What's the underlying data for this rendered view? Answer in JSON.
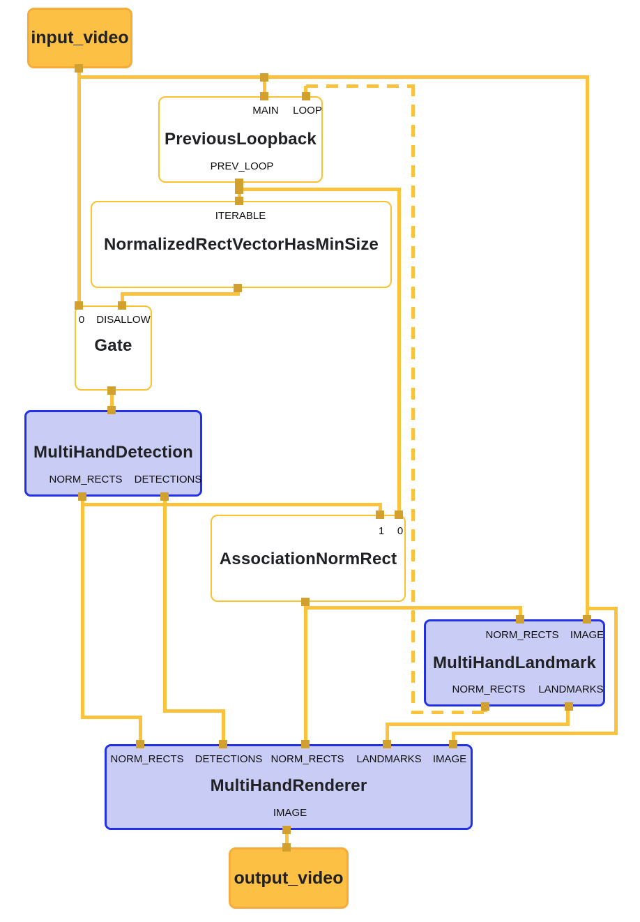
{
  "diagram": {
    "nodes": {
      "input_video": {
        "label": "input_video",
        "type": "input-stream"
      },
      "previous_loopback": {
        "title": "PreviousLoopback",
        "ports": {
          "main": "MAIN",
          "loop": "LOOP",
          "prev_loop": "PREV_LOOP"
        }
      },
      "normalized_rect_vector_has_min_size": {
        "title": "NormalizedRectVectorHasMinSize",
        "ports": {
          "iterable": "ITERABLE"
        }
      },
      "gate": {
        "title": "Gate",
        "ports": {
          "in0": "0",
          "disallow": "DISALLOW"
        }
      },
      "multi_hand_detection": {
        "title": "MultiHandDetection",
        "ports": {
          "norm_rects": "NORM_RECTS",
          "detections": "DETECTIONS"
        }
      },
      "association_norm_rect": {
        "title": "AssociationNormRect",
        "ports": {
          "in1": "1",
          "in0": "0"
        }
      },
      "multi_hand_landmark": {
        "title": "MultiHandLandmark",
        "ports": {
          "norm_rects_in": "NORM_RECTS",
          "image_in": "IMAGE",
          "norm_rects_out": "NORM_RECTS",
          "landmarks_out": "LANDMARKS"
        }
      },
      "multi_hand_renderer": {
        "title": "MultiHandRenderer",
        "ports": {
          "norm_rects_in1": "NORM_RECTS",
          "detections_in": "DETECTIONS",
          "norm_rects_in2": "NORM_RECTS",
          "landmarks_in": "LANDMARKS",
          "image_in": "IMAGE",
          "image_out": "IMAGE"
        }
      },
      "output_video": {
        "label": "output_video",
        "type": "output-stream"
      }
    },
    "edges": [
      {
        "from": "input_video",
        "to": "Gate.0",
        "style": "solid"
      },
      {
        "from": "input_video",
        "to": "PreviousLoopback.MAIN",
        "style": "solid"
      },
      {
        "from": "input_video",
        "to": "MultiHandLandmark.IMAGE",
        "style": "solid"
      },
      {
        "from": "input_video",
        "to": "MultiHandRenderer.IMAGE",
        "style": "solid"
      },
      {
        "from": "PreviousLoopback.PREV_LOOP",
        "to": "NormalizedRectVectorHasMinSize.ITERABLE",
        "style": "solid"
      },
      {
        "from": "PreviousLoopback.PREV_LOOP",
        "to": "AssociationNormRect.0",
        "style": "solid"
      },
      {
        "from": "NormalizedRectVectorHasMinSize",
        "to": "Gate.DISALLOW",
        "style": "solid"
      },
      {
        "from": "Gate",
        "to": "MultiHandDetection",
        "style": "solid"
      },
      {
        "from": "MultiHandDetection.NORM_RECTS",
        "to": "AssociationNormRect.1",
        "style": "solid"
      },
      {
        "from": "MultiHandDetection.NORM_RECTS",
        "to": "MultiHandRenderer.NORM_RECTS",
        "style": "solid"
      },
      {
        "from": "MultiHandDetection.DETECTIONS",
        "to": "MultiHandRenderer.DETECTIONS",
        "style": "solid"
      },
      {
        "from": "AssociationNormRect",
        "to": "MultiHandLandmark.NORM_RECTS",
        "style": "solid"
      },
      {
        "from": "AssociationNormRect",
        "to": "MultiHandRenderer.NORM_RECTS",
        "style": "solid"
      },
      {
        "from": "MultiHandLandmark.NORM_RECTS",
        "to": "PreviousLoopback.LOOP",
        "style": "dashed"
      },
      {
        "from": "MultiHandLandmark.LANDMARKS",
        "to": "MultiHandRenderer.LANDMARKS",
        "style": "solid"
      },
      {
        "from": "MultiHandRenderer.IMAGE",
        "to": "output_video",
        "style": "solid"
      }
    ],
    "colors": {
      "edge": "#FBC23E",
      "port": "#D2A02E",
      "calc_border": "#FBC12E",
      "sub_fill": "#C9CCF4",
      "sub_border": "#2230E8",
      "stream_fill": "#FCC044",
      "stream_border": "#F5AC3D"
    }
  }
}
